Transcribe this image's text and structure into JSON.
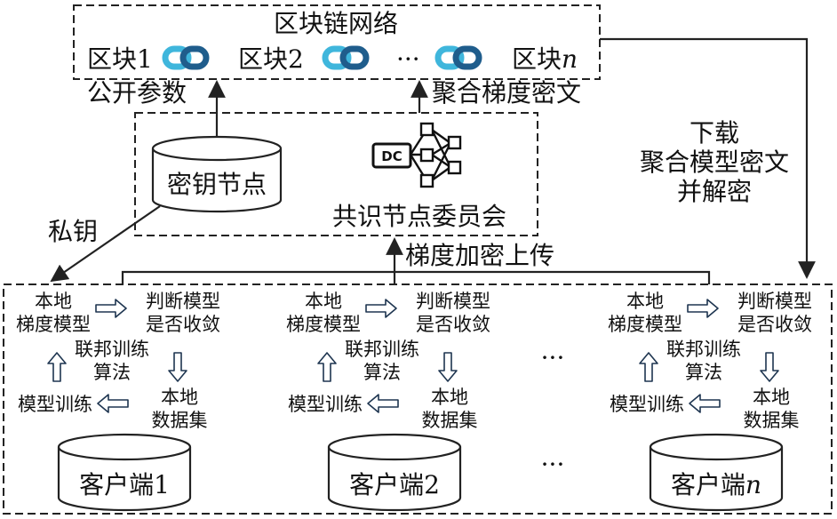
{
  "blockchain": {
    "title": "区块链网络",
    "block1": "区块1",
    "block2": "区块2",
    "ellipsis": "···",
    "block_n_prefix": "区块",
    "block_n_suffix": "n"
  },
  "links": {
    "public_params": "公开参数",
    "aggregated_gradient": "聚合梯度密文",
    "download_line1": "下载",
    "download_line2": "聚合模型密文",
    "download_line3": "并解密",
    "private_key": "私钥",
    "upload": "梯度加密上传"
  },
  "consensus": {
    "key_node": "密钥节点",
    "dc_icon_label": "DC",
    "committee": "共识节点委员会"
  },
  "client_cycle": {
    "local_gradient_line1": "本地",
    "local_gradient_line2": "梯度模型",
    "judge_line1": "判断模型",
    "judge_line2": "是否收敛",
    "fed_line1": "联邦训练",
    "fed_line2": "算法",
    "local_data_line1": "本地",
    "local_data_line2": "数据集",
    "model_train": "模型训练"
  },
  "clients": {
    "client1": "客户端1",
    "client2": "客户端2",
    "client_n_prefix": "客户端",
    "client_n_suffix": "n",
    "ellipsis_mid": "···",
    "ellipsis_bottom": "···"
  },
  "colors": {
    "chain_dark": "#1f5d8c",
    "chain_light": "#3fb6dc",
    "line": "#222222"
  }
}
